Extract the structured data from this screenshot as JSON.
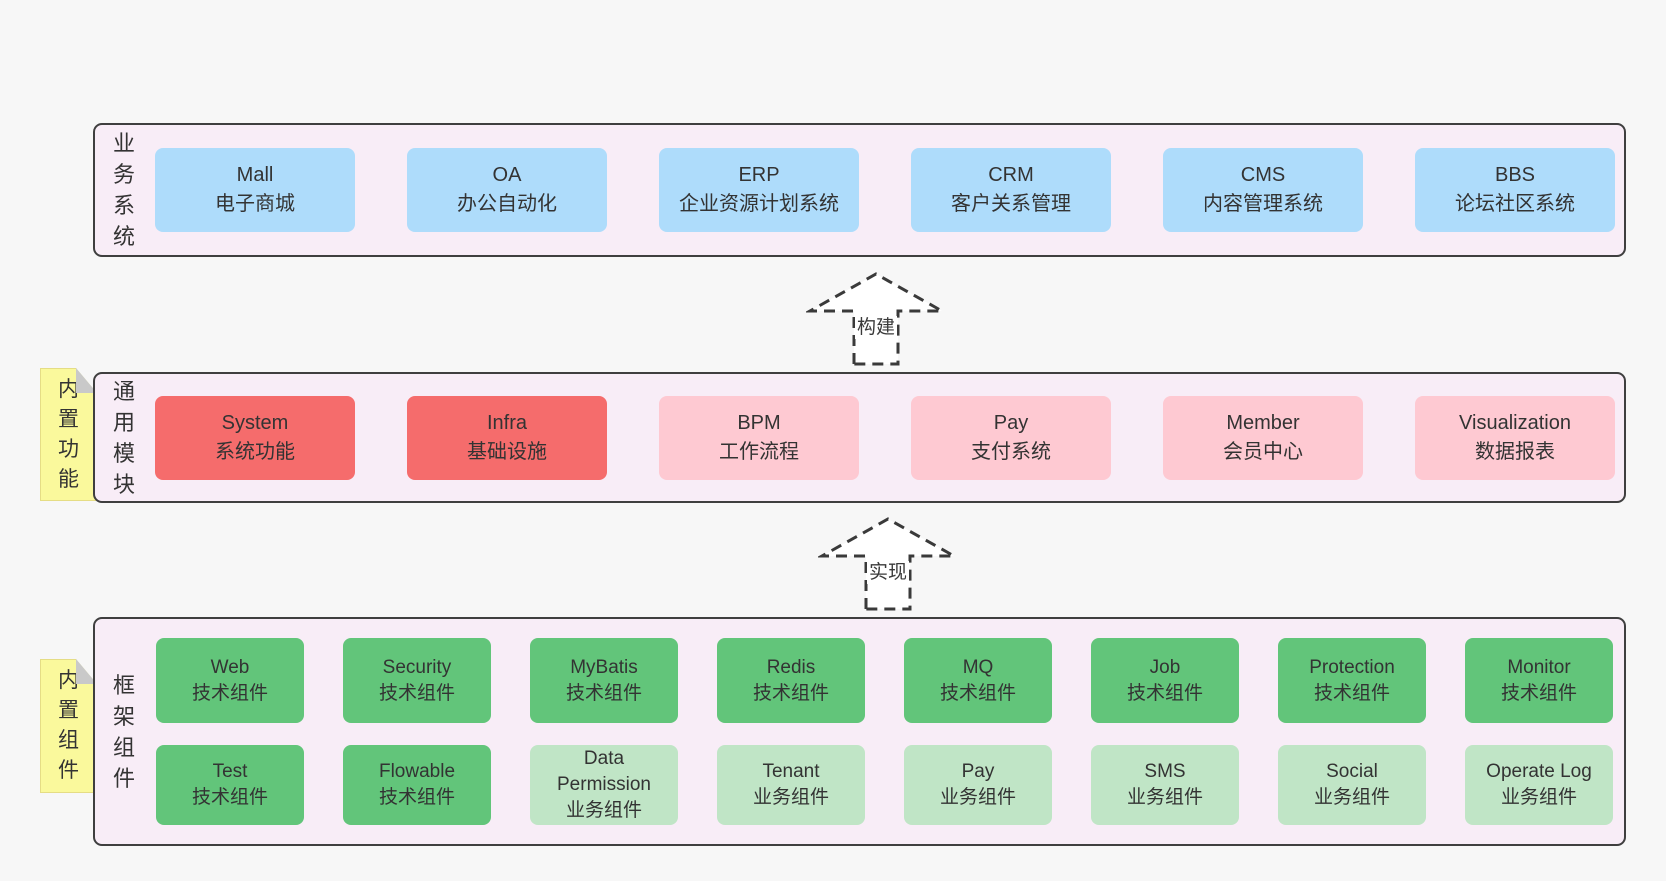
{
  "colors": {
    "page_bg": "#f7f7f7",
    "panel_bg": "#f8edf7",
    "border": "#3f3f3f",
    "text": "#333333",
    "blue": "#aedcfb",
    "red": "#f56c6c",
    "pink": "#fec9d2",
    "green": "#62c57a",
    "lightgreen": "#c0e5c6",
    "yellow": "#faf99c"
  },
  "arrows": [
    {
      "label": "构建"
    },
    {
      "label": "实现"
    }
  ],
  "sections": [
    {
      "label": "业务系统",
      "rows": [
        [
          {
            "name": "Mall",
            "desc": "电子商城"
          },
          {
            "name": "OA",
            "desc": "办公自动化"
          },
          {
            "name": "ERP",
            "desc": "企业资源计划系统"
          },
          {
            "name": "CRM",
            "desc": "客户关系管理"
          },
          {
            "name": "CMS",
            "desc": "内容管理系统"
          },
          {
            "name": "BBS",
            "desc": "论坛社区系统"
          }
        ]
      ]
    },
    {
      "label": "通用模块",
      "note": "内置功能",
      "rows": [
        [
          {
            "name": "System",
            "desc": "系统功能"
          },
          {
            "name": "Infra",
            "desc": "基础设施"
          },
          {
            "name": "BPM",
            "desc": "工作流程"
          },
          {
            "name": "Pay",
            "desc": "支付系统"
          },
          {
            "name": "Member",
            "desc": "会员中心"
          },
          {
            "name": "Visualization",
            "desc": "数据报表"
          }
        ]
      ]
    },
    {
      "label": "框架组件",
      "note": "内置组件",
      "rows": [
        [
          {
            "name": "Web",
            "desc": "技术组件"
          },
          {
            "name": "Security",
            "desc": "技术组件"
          },
          {
            "name": "MyBatis",
            "desc": "技术组件"
          },
          {
            "name": "Redis",
            "desc": "技术组件"
          },
          {
            "name": "MQ",
            "desc": "技术组件"
          },
          {
            "name": "Job",
            "desc": "技术组件"
          },
          {
            "name": "Protection",
            "desc": "技术组件"
          },
          {
            "name": "Monitor",
            "desc": "技术组件"
          }
        ],
        [
          {
            "name": "Test",
            "desc": "技术组件"
          },
          {
            "name": "Flowable",
            "desc": "技术组件"
          },
          {
            "name": "Data Permission",
            "desc": "业务组件"
          },
          {
            "name": "Tenant",
            "desc": "业务组件"
          },
          {
            "name": "Pay",
            "desc": "业务组件"
          },
          {
            "name": "SMS",
            "desc": "业务组件"
          },
          {
            "name": "Social",
            "desc": "业务组件"
          },
          {
            "name": "Operate Log",
            "desc": "业务组件"
          }
        ]
      ]
    }
  ]
}
